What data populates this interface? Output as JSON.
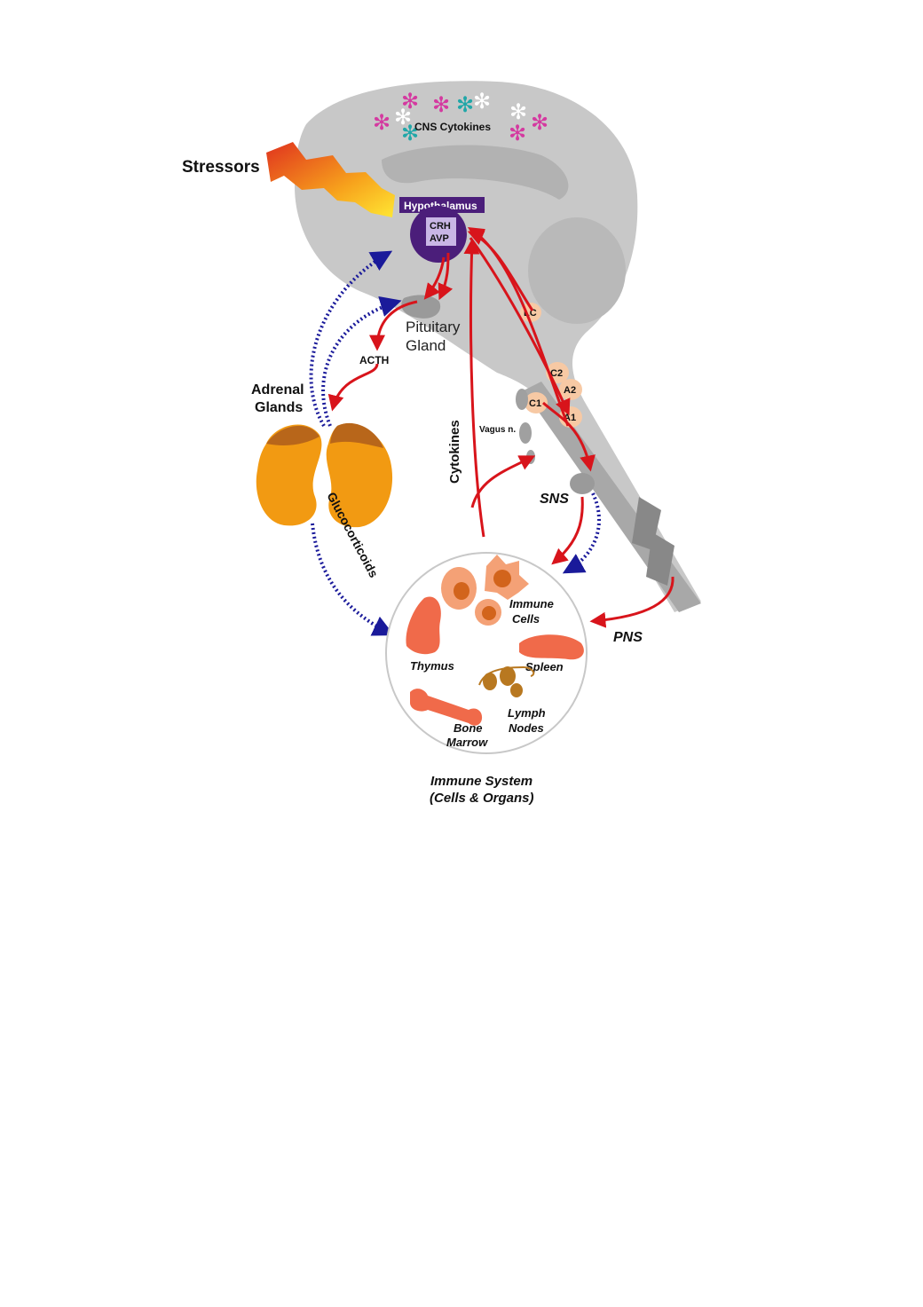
{
  "labels": {
    "cns_cytokines": "CNS Cytokines",
    "stressors": "Stressors",
    "hypothalamus": "Hypothalamus",
    "crh": "CRH",
    "avp": "AVP",
    "pituitary_line1": "Pituitary",
    "pituitary_line2": "Gland",
    "acth": "ACTH",
    "adrenal_line1": "Adrenal",
    "adrenal_line2": "Glands",
    "lc": "LC",
    "c2": "C2",
    "a2": "A2",
    "c1": "C1",
    "a1": "A1",
    "vagus": "Vagus n.",
    "cytokines": "Cytokines",
    "glucocorticoids": "Glucocorticoids",
    "sns": "SNS",
    "pns": "PNS",
    "immune_cells_line1": "Immune",
    "immune_cells_line2": "Cells",
    "thymus": "Thymus",
    "spleen": "Spleen",
    "lymph_line1": "Lymph",
    "lymph_line2": "Nodes",
    "bone_line1": "Bone",
    "bone_line2": "Marrow",
    "immune_system_line1": "Immune System",
    "immune_system_line2": "(Cells & Organs)"
  },
  "colors": {
    "brain": "#c8c8c8",
    "brain_inner": "#b4b4b4",
    "hypothalamus": "#4b1e7a",
    "arrow_red": "#d8141b",
    "arrow_blue": "#1a1a9a",
    "nucleus": "#f7c9a4",
    "adrenal": "#f29a12",
    "adrenal_cap": "#b8661a",
    "organ": "#f06a4a",
    "lymph": "#b87820"
  }
}
